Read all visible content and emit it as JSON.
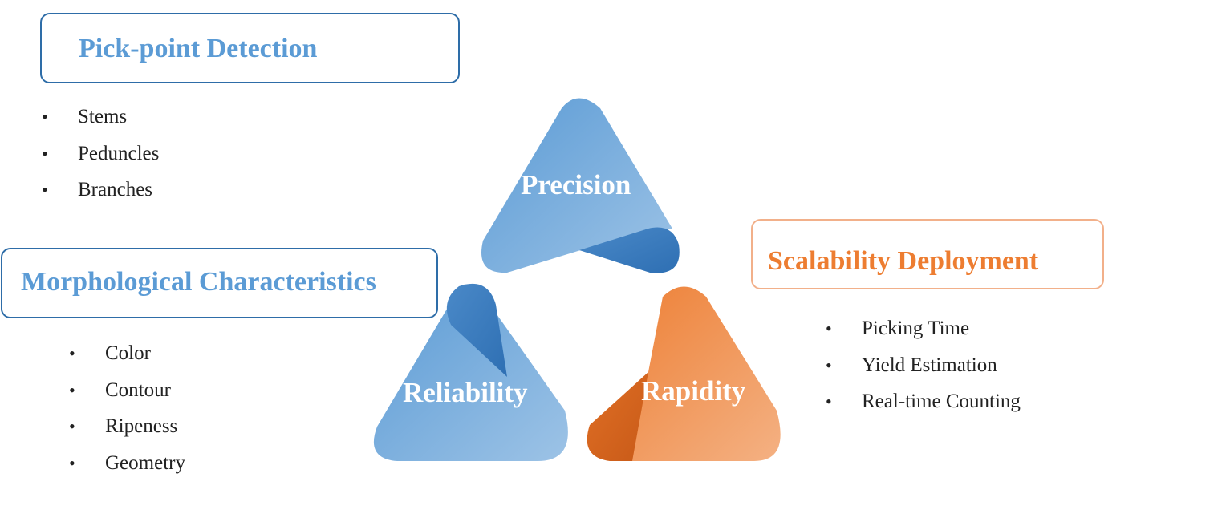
{
  "boxes": {
    "pick": {
      "title": "Pick-point Detection",
      "items": [
        "Stems",
        "Peduncles",
        "Branches"
      ]
    },
    "morph": {
      "title": "Morphological Characteristics",
      "items": [
        "Color",
        "Contour",
        "Ripeness",
        "Geometry"
      ]
    },
    "scale": {
      "title": "Scalability Deployment",
      "items": [
        "Picking Time",
        "Yield Estimation",
        "Real-time Counting"
      ]
    }
  },
  "triangles": {
    "precision": "Precision",
    "reliability": "Reliability",
    "rapidity": "Rapidity"
  },
  "bullet_symbol": "•",
  "colors": {
    "blue": "#5b9bd5",
    "blue_dark": "#2e6da8",
    "orange": "#ed7d31",
    "orange_light": "#f4b183"
  }
}
